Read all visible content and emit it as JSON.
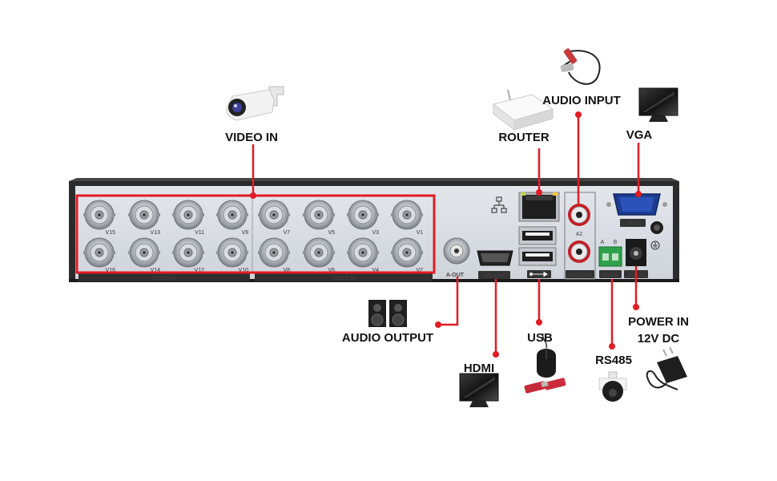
{
  "callouts": {
    "video_in": "VIDEO IN",
    "router": "ROUTER",
    "audio_input": "AUDIO INPUT",
    "vga": "VGA",
    "audio_output": "AUDIO OUTPUT",
    "usb": "USB",
    "hdmi": "HDMI",
    "rs485": "RS485",
    "power_line1": "POWER IN",
    "power_line2": "12V DC"
  },
  "panel": {
    "bnc_top": [
      "V15",
      "V13",
      "V11",
      "V9",
      "V7",
      "V5",
      "V3",
      "V1"
    ],
    "bnc_bottom": [
      "V16",
      "V14",
      "V12",
      "V10",
      "V8",
      "V6",
      "V4",
      "V2"
    ],
    "video_in_left": "VIDEO IN",
    "video_in_right": "VIDEO IN",
    "a_out": "A-OUT",
    "hd_port": "HD-port",
    "audio_in": "AUDIO IN",
    "a2": "A2",
    "vga_tag": "VGA",
    "rs485_tag": "RS485",
    "rs485_a": "A",
    "rs485_b": "B",
    "dc12v": "DC 12V"
  },
  "colors": {
    "accent": "#e31b23",
    "panel": "#d7dce3",
    "chassis": "#2b2b2b"
  }
}
